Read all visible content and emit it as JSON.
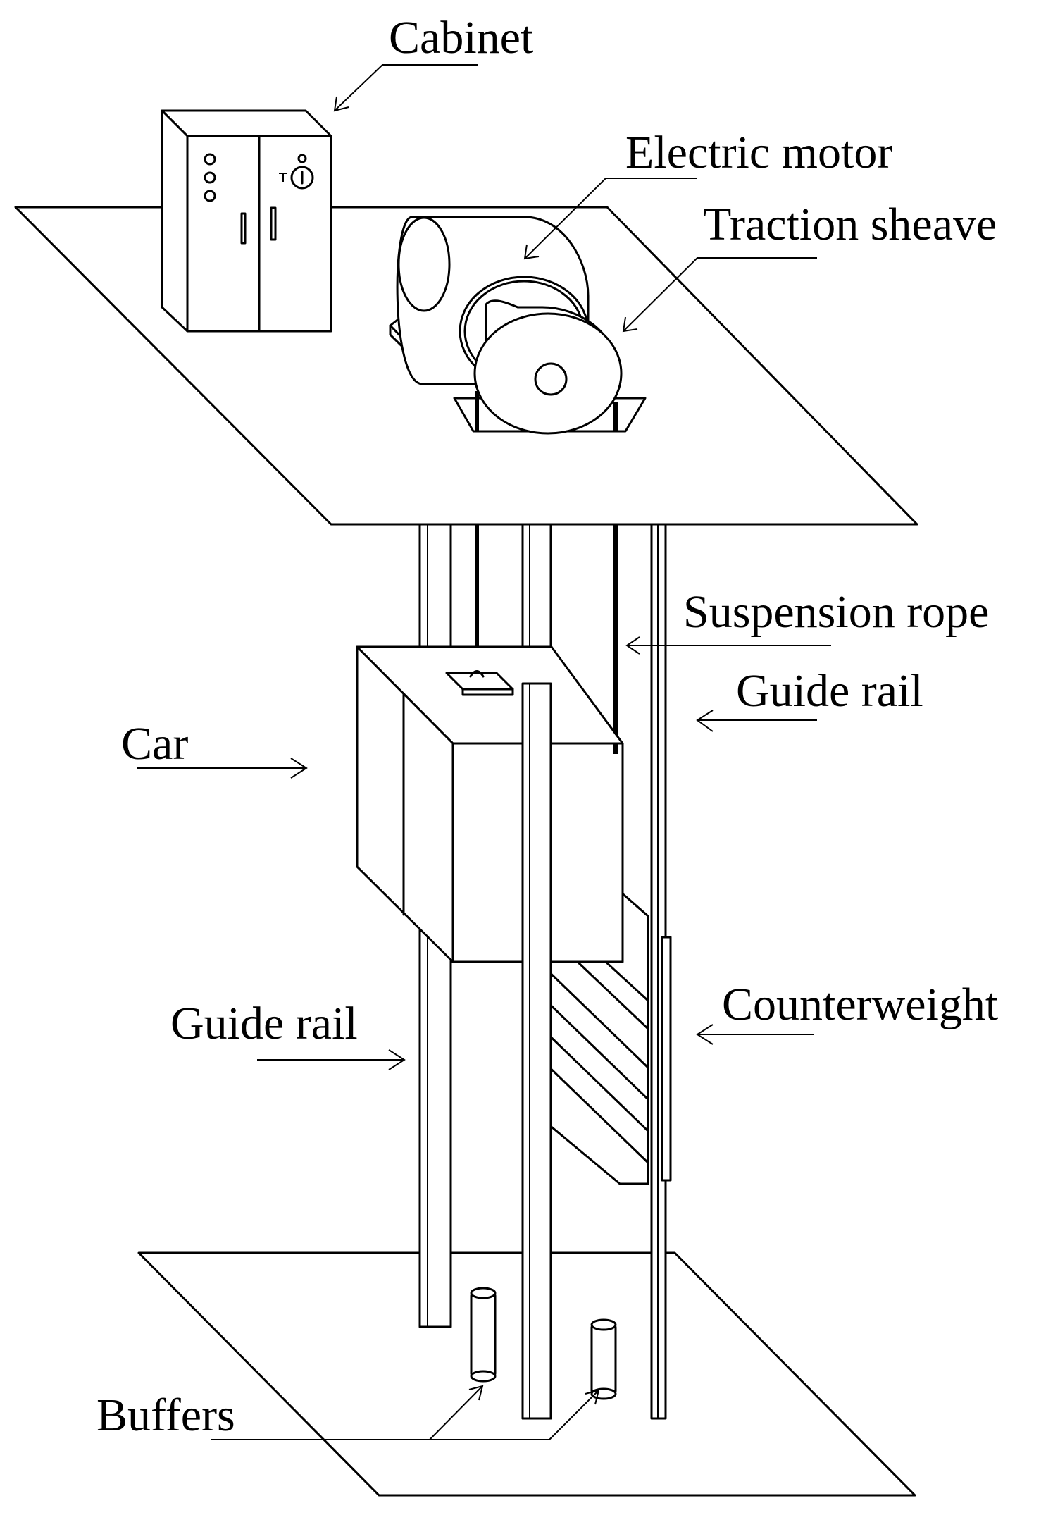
{
  "labels": {
    "cabinet": "Cabinet",
    "electric_motor": "Electric motor",
    "traction_sheave": "Traction sheave",
    "suspension_rope": "Suspension  rope",
    "guide_rail_right": "Guide rail",
    "car": "Car",
    "guide_rail_left": "Guide rail",
    "counterweight": "Counterweight",
    "buffers": "Buffers"
  },
  "colors": {
    "line": "#000000",
    "background": "#ffffff"
  }
}
